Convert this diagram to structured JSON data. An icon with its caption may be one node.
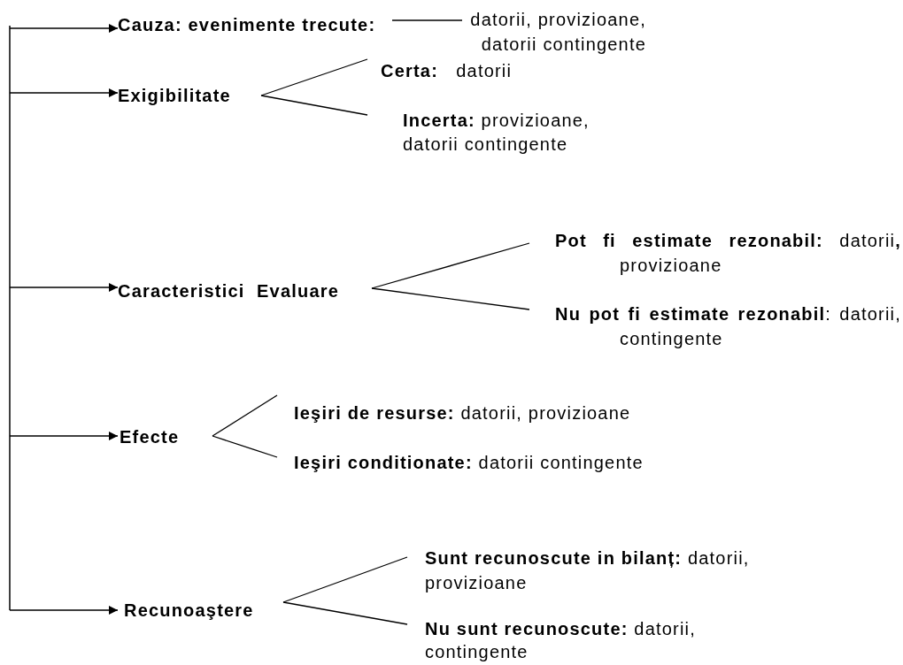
{
  "diagram": {
    "nodes": [
      {
        "text": [
          "Cauza: evenimente trecute:"
        ]
      },
      {
        "text": [
          "datorii, provizioane, datorii contingente"
        ]
      },
      {
        "text": [
          "Exigibilitate"
        ]
      },
      {
        "text": [
          "**Certa:**   datorii"
        ]
      },
      {
        "text": [
          "**Incerta:** provizioane, datorii contingente"
        ]
      },
      {
        "text": [
          "Caracteristici  Evaluare"
        ]
      },
      {
        "text": [
          "**Pot fi estimate rezonabil:** datorii**,** provizioane"
        ]
      },
      {
        "text": [
          "**Nu pot fi estimate rezonabil**: datorii, contingente"
        ]
      },
      {
        "text": [
          "Efecte"
        ]
      },
      {
        "text": [
          "**Ieşiri de resurse:** datorii, provizioane"
        ]
      },
      {
        "text": [
          "**Ieşiri conditionate:** datorii contingente"
        ]
      },
      {
        "text": [
          "Recunoaştere"
        ]
      },
      {
        "text": [
          "**Sunt recunoscute in bilanț:** datorii, provizioane"
        ]
      },
      {
        "text": [
          "**Nu sunt recunoscute:** datorii, contingente"
        ]
      }
    ],
    "edges": [
      {
        "from": null,
        "to": 0,
        "arrow": "to"
      },
      {
        "from": null,
        "to": 2,
        "arrow": "to"
      },
      {
        "from": null,
        "to": 5,
        "arrow": "to"
      },
      {
        "from": null,
        "to": 8,
        "arrow": "to"
      },
      {
        "from": null,
        "to": 11,
        "arrow": "to"
      },
      {
        "from": 0,
        "to": 1,
        "arrow": "none"
      },
      {
        "from": 2,
        "to": 3,
        "arrow": "none"
      },
      {
        "from": 2,
        "to": 4,
        "arrow": "none"
      },
      {
        "from": 5,
        "to": 6,
        "arrow": "none"
      },
      {
        "from": 5,
        "to": 7,
        "arrow": "none"
      },
      {
        "from": 8,
        "to": 9,
        "arrow": "none"
      },
      {
        "from": 8,
        "to": 10,
        "arrow": "none"
      },
      {
        "from": 11,
        "to": 12,
        "arrow": "none"
      },
      {
        "from": 11,
        "to": 13,
        "arrow": "none"
      }
    ]
  }
}
